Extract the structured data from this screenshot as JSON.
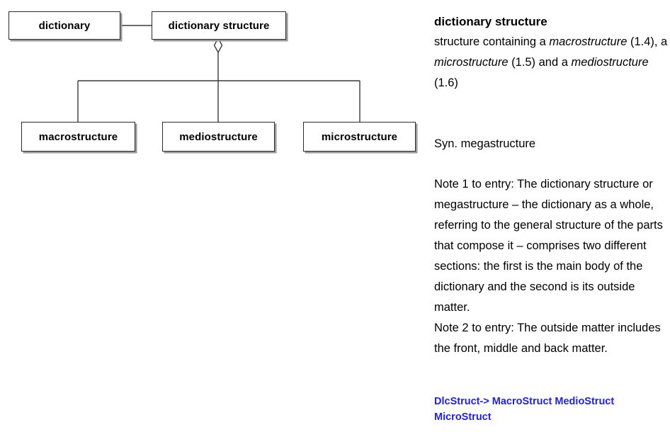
{
  "diagram": {
    "nodes": [
      {
        "id": "dictionary",
        "label": "dictionary"
      },
      {
        "id": "dictionary-structure",
        "label": "dictionary structure"
      },
      {
        "id": "macrostructure",
        "label": "macrostructure"
      },
      {
        "id": "mediostructure",
        "label": "mediostructure"
      },
      {
        "id": "microstructure",
        "label": "microstructure"
      }
    ],
    "relations": [
      {
        "from": "dictionary",
        "to": "dictionary structure",
        "type": "association",
        "marker": "none"
      },
      {
        "from": "dictionary structure",
        "to": "macrostructure",
        "type": "aggregation",
        "marker": "hollow-diamond"
      },
      {
        "from": "dictionary structure",
        "to": "mediostructure",
        "type": "aggregation",
        "marker": "hollow-diamond"
      },
      {
        "from": "dictionary structure",
        "to": "microstructure",
        "type": "aggregation",
        "marker": "hollow-diamond"
      }
    ]
  },
  "entry": {
    "term": "dictionary structure",
    "definition_parts": [
      {
        "text": "structure containing a ",
        "style": "normal"
      },
      {
        "text": "macrostructure",
        "style": "italic"
      },
      {
        "text": " (1.4), a ",
        "style": "normal"
      },
      {
        "text": "microstructure",
        "style": "italic"
      },
      {
        "text": " (1.5) and a ",
        "style": "normal"
      },
      {
        "text": "mediostructure",
        "style": "italic"
      },
      {
        "text": " (1.6)",
        "style": "normal"
      }
    ],
    "definition_plain": "structure containing a macrostructure (1.4), a microstructure (1.5) and a mediostructure (1.6)",
    "synonym": "Syn. megastructure",
    "note_1": "Note 1 to entry: The dictionary structure or megastructure – the dictionary as a whole, referring to the general structure of the parts that compose it – comprises two different sections: the first is the main body of the dictionary and the second is its outside matter.",
    "note_2": "Note 2 to entry: The outside matter includes the front, middle and back matter.",
    "code_reference": "DlcStruct-> MacroStruct MedioStruct MicroStruct"
  },
  "colors": {
    "box_border": "#2b2b2b",
    "box_shadow": "#9a9a9a",
    "connector": "#3a3a3a",
    "code_text": "#2222dd",
    "text": "#000000",
    "background": "#ffffff"
  }
}
